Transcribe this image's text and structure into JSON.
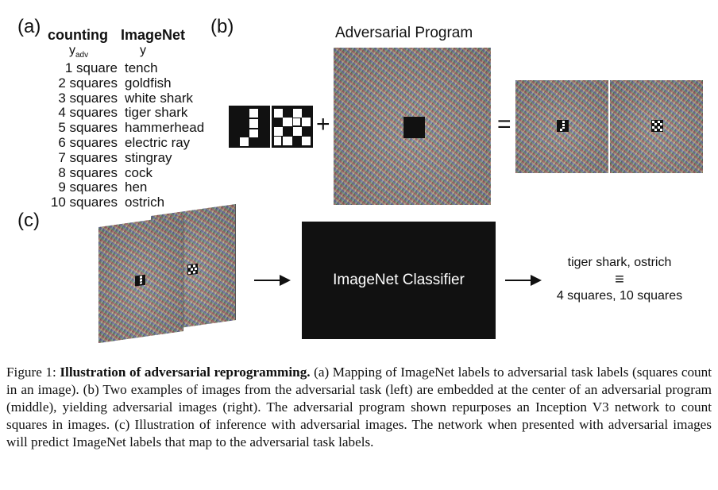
{
  "panel_a": {
    "label": "(a)",
    "col1_header": "counting",
    "col1_sub": "y",
    "col1_sub_subscript": "adv",
    "col2_header": "ImageNet",
    "col2_sub": "y",
    "rows": [
      {
        "count": "1 square",
        "label": "tench"
      },
      {
        "count": "2 squares",
        "label": "goldfish"
      },
      {
        "count": "3 squares",
        "label": "white shark"
      },
      {
        "count": "4 squares",
        "label": "tiger shark"
      },
      {
        "count": "5 squares",
        "label": "hammerhead"
      },
      {
        "count": "6 squares",
        "label": "electric ray"
      },
      {
        "count": "7 squares",
        "label": "stingray"
      },
      {
        "count": "8 squares",
        "label": "cock"
      },
      {
        "count": "9 squares",
        "label": "hen"
      },
      {
        "count": "10 squares",
        "label": "ostrich"
      }
    ]
  },
  "panel_b": {
    "label": "(b)",
    "title": "Adversarial Program",
    "plus": "+",
    "equals": "="
  },
  "panel_c": {
    "label": "(c)",
    "classifier": "ImageNet Classifier",
    "output_top": "tiger shark, ostrich",
    "equiv": "≡",
    "output_bottom": "4 squares, 10 squares"
  },
  "caption": {
    "prefix": "Figure 1: ",
    "bold": "Illustration of adversarial reprogramming.",
    "text": " (a) Mapping of ImageNet labels to adversarial task labels (squares count in an image). (b) Two examples of images from the adversarial task (left) are embedded at the center of an adversarial program (middle), yielding adversarial images (right). The adversarial program shown repurposes an Inception V3 network to count squares in images. (c) Illustration of inference with adversarial images. The network when presented with adversarial images will predict ImageNet labels that map to the adversarial task labels."
  }
}
